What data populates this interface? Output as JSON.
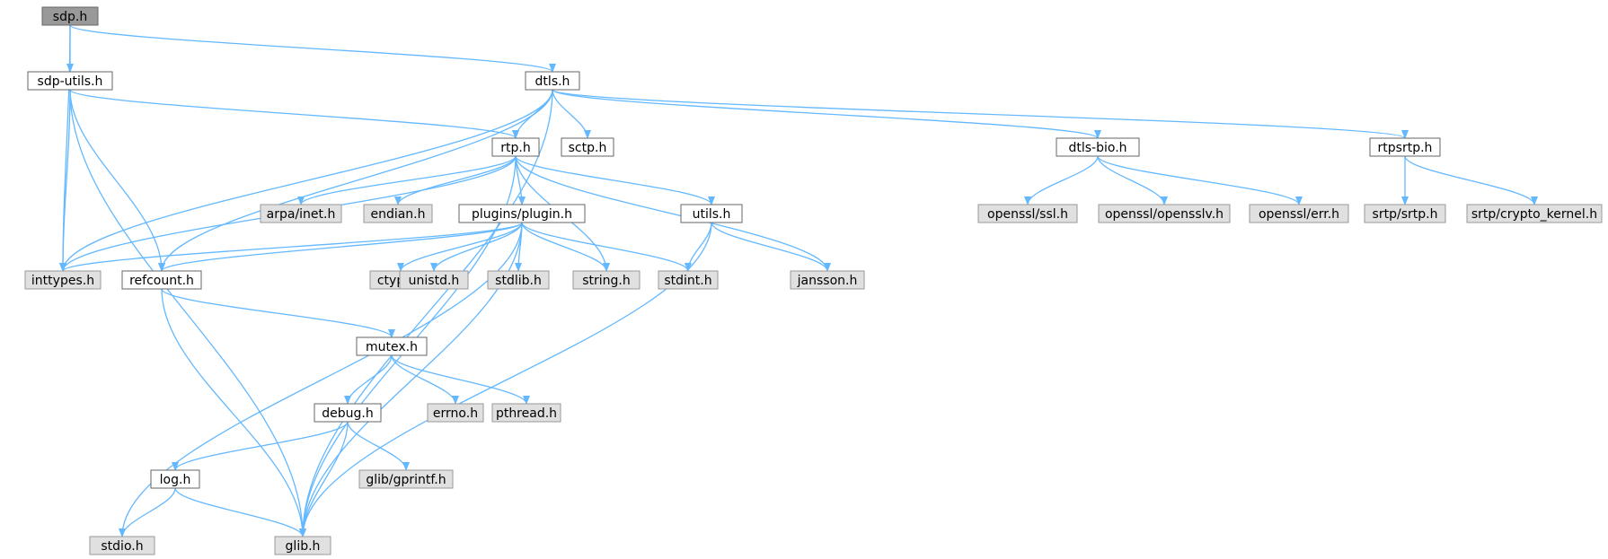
{
  "colors": {
    "root_fill": "#999999",
    "root_stroke": "#666666",
    "documented_fill": "#ffffff",
    "documented_stroke": "#666666",
    "system_fill": "#e0e0e0",
    "system_stroke": "#999999",
    "edge": "#63b8ff"
  },
  "nodes": [
    {
      "id": "sdp",
      "label": "sdp.h",
      "kind": "root"
    },
    {
      "id": "sdputils",
      "label": "sdp-utils.h",
      "kind": "documented"
    },
    {
      "id": "dtls",
      "label": "dtls.h",
      "kind": "documented"
    },
    {
      "id": "rtp",
      "label": "rtp.h",
      "kind": "documented"
    },
    {
      "id": "sctp",
      "label": "sctp.h",
      "kind": "documented"
    },
    {
      "id": "dtlsbio",
      "label": "dtls-bio.h",
      "kind": "documented"
    },
    {
      "id": "rtpsrtp",
      "label": "rtpsrtp.h",
      "kind": "documented"
    },
    {
      "id": "arpa",
      "label": "arpa/inet.h",
      "kind": "system"
    },
    {
      "id": "endian",
      "label": "endian.h",
      "kind": "system"
    },
    {
      "id": "plugin",
      "label": "plugins/plugin.h",
      "kind": "documented"
    },
    {
      "id": "utils",
      "label": "utils.h",
      "kind": "documented"
    },
    {
      "id": "ssl",
      "label": "openssl/ssl.h",
      "kind": "system"
    },
    {
      "id": "opensslv",
      "label": "openssl/opensslv.h",
      "kind": "system"
    },
    {
      "id": "err",
      "label": "openssl/err.h",
      "kind": "system"
    },
    {
      "id": "srtp",
      "label": "srtp/srtp.h",
      "kind": "system"
    },
    {
      "id": "crypto",
      "label": "srtp/crypto_kernel.h",
      "kind": "system"
    },
    {
      "id": "inttypes",
      "label": "inttypes.h",
      "kind": "system"
    },
    {
      "id": "refcount",
      "label": "refcount.h",
      "kind": "documented"
    },
    {
      "id": "ctype",
      "label": "ctype.h",
      "kind": "system"
    },
    {
      "id": "unistd",
      "label": "unistd.h",
      "kind": "system"
    },
    {
      "id": "stdlib",
      "label": "stdlib.h",
      "kind": "system"
    },
    {
      "id": "string",
      "label": "string.h",
      "kind": "system"
    },
    {
      "id": "stdint",
      "label": "stdint.h",
      "kind": "system"
    },
    {
      "id": "jansson",
      "label": "jansson.h",
      "kind": "system"
    },
    {
      "id": "mutex",
      "label": "mutex.h",
      "kind": "documented"
    },
    {
      "id": "debug",
      "label": "debug.h",
      "kind": "documented"
    },
    {
      "id": "errno",
      "label": "errno.h",
      "kind": "system"
    },
    {
      "id": "pthread",
      "label": "pthread.h",
      "kind": "system"
    },
    {
      "id": "log",
      "label": "log.h",
      "kind": "documented"
    },
    {
      "id": "gprintf",
      "label": "glib/gprintf.h",
      "kind": "system"
    },
    {
      "id": "stdio",
      "label": "stdio.h",
      "kind": "system"
    },
    {
      "id": "glib",
      "label": "glib.h",
      "kind": "system"
    }
  ],
  "edges": [
    [
      "sdp",
      "sdputils"
    ],
    [
      "sdp",
      "dtls"
    ],
    [
      "sdp",
      "inttypes"
    ],
    [
      "sdputils",
      "rtp"
    ],
    [
      "sdputils",
      "inttypes"
    ],
    [
      "sdputils",
      "refcount"
    ],
    [
      "sdputils",
      "glib"
    ],
    [
      "dtls",
      "rtp"
    ],
    [
      "dtls",
      "sctp"
    ],
    [
      "dtls",
      "dtlsbio"
    ],
    [
      "dtls",
      "rtpsrtp"
    ],
    [
      "dtls",
      "inttypes"
    ],
    [
      "dtls",
      "refcount"
    ],
    [
      "dtls",
      "glib"
    ],
    [
      "rtp",
      "arpa"
    ],
    [
      "rtp",
      "endian"
    ],
    [
      "rtp",
      "plugin"
    ],
    [
      "rtp",
      "utils"
    ],
    [
      "rtp",
      "inttypes"
    ],
    [
      "rtp",
      "string"
    ],
    [
      "rtp",
      "jansson"
    ],
    [
      "rtp",
      "glib"
    ],
    [
      "dtlsbio",
      "ssl"
    ],
    [
      "dtlsbio",
      "opensslv"
    ],
    [
      "dtlsbio",
      "err"
    ],
    [
      "rtpsrtp",
      "srtp"
    ],
    [
      "rtpsrtp",
      "crypto"
    ],
    [
      "plugin",
      "inttypes"
    ],
    [
      "plugin",
      "refcount"
    ],
    [
      "plugin",
      "ctype"
    ],
    [
      "plugin",
      "unistd"
    ],
    [
      "plugin",
      "stdlib"
    ],
    [
      "plugin",
      "string"
    ],
    [
      "plugin",
      "stdint"
    ],
    [
      "plugin",
      "stdio"
    ],
    [
      "plugin",
      "glib"
    ],
    [
      "utils",
      "stdint"
    ],
    [
      "utils",
      "jansson"
    ],
    [
      "utils",
      "glib"
    ],
    [
      "refcount",
      "mutex"
    ],
    [
      "refcount",
      "glib"
    ],
    [
      "mutex",
      "debug"
    ],
    [
      "mutex",
      "errno"
    ],
    [
      "mutex",
      "pthread"
    ],
    [
      "debug",
      "log"
    ],
    [
      "debug",
      "gprintf"
    ],
    [
      "debug",
      "glib"
    ],
    [
      "log",
      "stdio"
    ],
    [
      "log",
      "glib"
    ]
  ]
}
